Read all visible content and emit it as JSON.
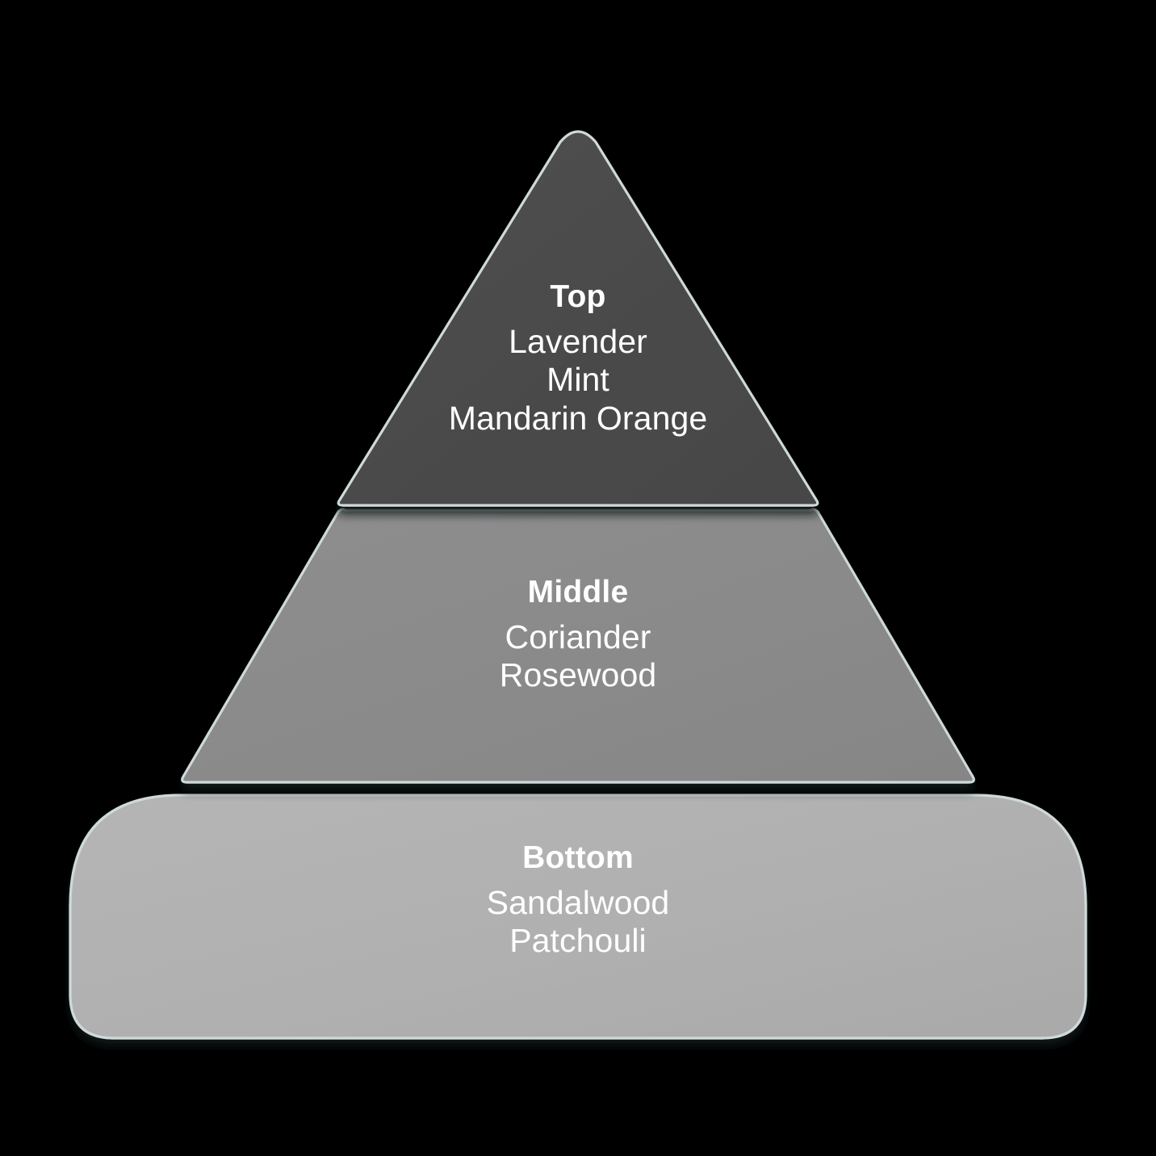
{
  "chart_data": {
    "type": "pie",
    "title": "",
    "subtitle": "",
    "xlabel": "",
    "ylabel": "",
    "legend_position": "none",
    "grid": false,
    "shape": "pyramid",
    "orientation": "apex-up",
    "level_count": 3,
    "categories": [
      "Top",
      "Middle",
      "Bottom"
    ],
    "values": [
      3,
      2,
      2
    ],
    "series": [
      {
        "name": "note_count",
        "values": [
          3,
          2,
          2
        ]
      }
    ],
    "levels": [
      {
        "label": "Top",
        "notes": [
          "Lavender",
          "Mint",
          "Mandarin Orange"
        ],
        "notes_text": "Lavender\nMint\nMandarin Orange",
        "note_count": 3,
        "fill": "#4a4a4a"
      },
      {
        "label": "Middle",
        "notes": [
          "Coriander",
          "Rosewood"
        ],
        "notes_text": "Coriander\nRosewood",
        "note_count": 2,
        "fill": "#8a8a8a"
      },
      {
        "label": "Bottom",
        "notes": [
          "Sandalwood",
          "Patchouli"
        ],
        "notes_text": "Sandalwood\nPatchouli",
        "note_count": 2,
        "fill": "#b0b0b0"
      }
    ]
  },
  "canvas": {
    "background": "#000000",
    "text_color": "#ffffff",
    "outline_color": "#cfd9d9",
    "shadow_color": "#2b3434"
  },
  "pyramid": {
    "levels": [
      {
        "id": "top",
        "title": "Top",
        "notes": [
          "Lavender",
          "Mint",
          "Mandarin Orange"
        ],
        "fill": "#4a4a4a"
      },
      {
        "id": "middle",
        "title": "Middle",
        "notes": [
          "Coriander",
          "Rosewood"
        ],
        "fill": "#8a8a8a"
      },
      {
        "id": "bottom",
        "title": "Bottom",
        "notes": [
          "Sandalwood",
          "Patchouli"
        ],
        "fill": "#b0b0b0"
      }
    ]
  }
}
